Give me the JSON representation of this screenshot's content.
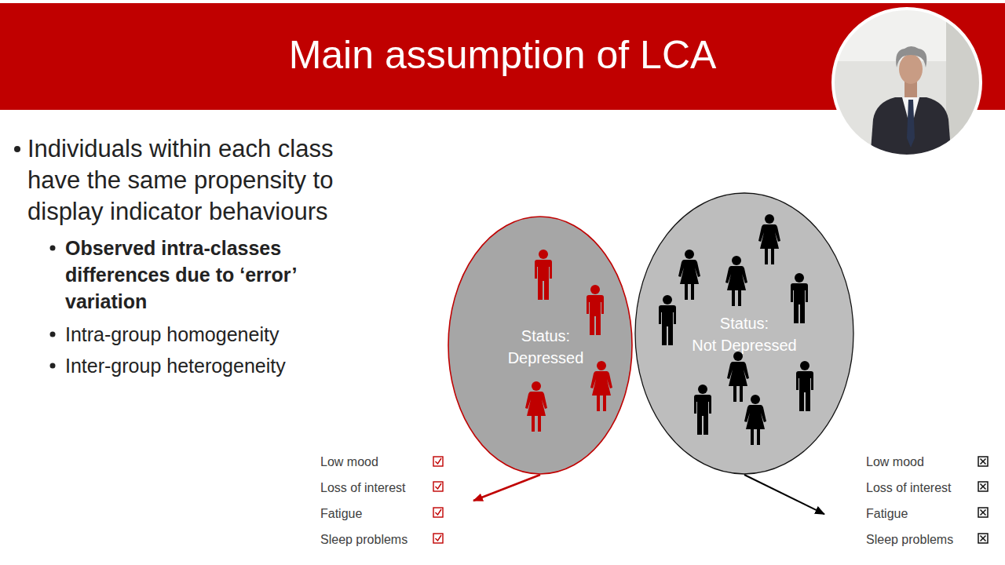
{
  "diagram": {
    "title": "Main assumption of LCA",
    "nodes": [
      {
        "text": [
          "Status: Depressed"
        ]
      },
      {
        "text": [
          "Status: Not Depressed"
        ]
      },
      {
        "text": [
          "Low mood",
          "Loss of interest",
          "Fatigue",
          "Sleep problems"
        ]
      },
      {
        "text": [
          "Low mood",
          "Loss of interest",
          "Fatigue",
          "Sleep problems"
        ]
      }
    ],
    "edges": [
      {
        "from": 0,
        "to": 2,
        "arrow": "to"
      },
      {
        "from": 1,
        "to": 3,
        "arrow": "to"
      }
    ],
    "labels": [
      "Individuals within each class have the same propensity to display indicator behaviours",
      "Observed intra-classes differences due to ‘error’ variation",
      "Intra-group homogeneity",
      "Inter-group heterogeneity"
    ]
  }
}
